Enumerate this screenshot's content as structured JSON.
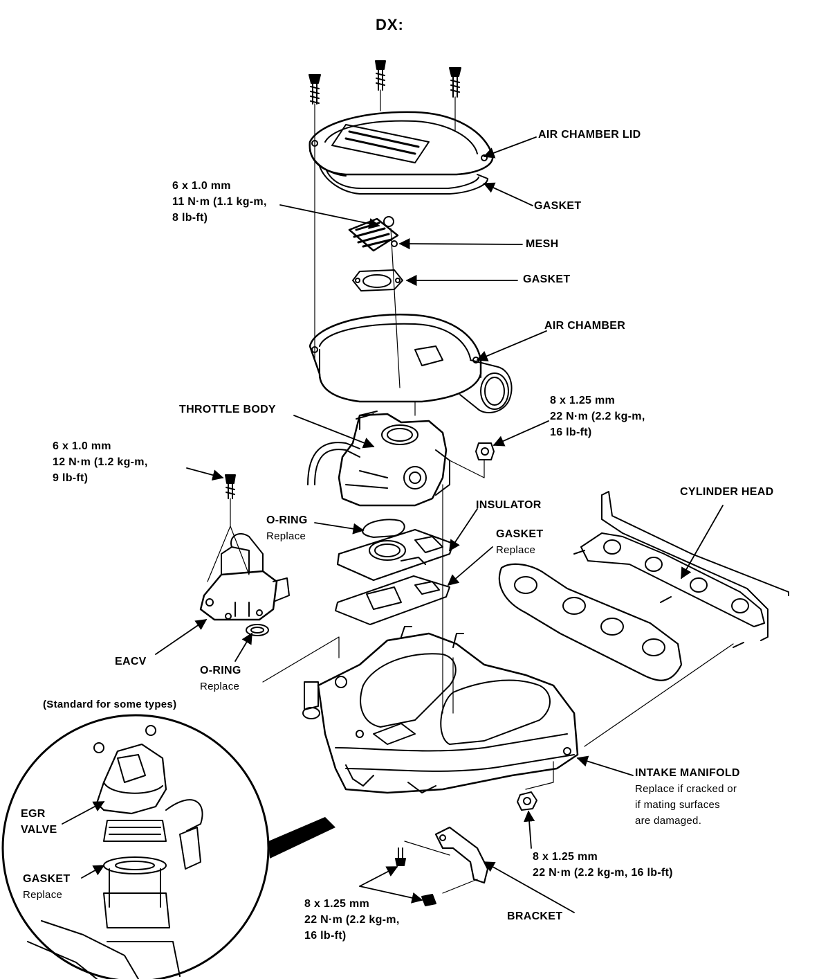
{
  "colors": {
    "ink": "#000000",
    "paper": "#ffffff"
  },
  "title": "DX:",
  "labels": {
    "air_chamber_lid": "AIR CHAMBER LID",
    "gasket_top": "GASKET",
    "mesh": "MESH",
    "gasket_mesh": "GASKET",
    "air_chamber": "AIR CHAMBER",
    "throttle_body": "THROTTLE BODY",
    "insulator": "INSULATOR",
    "o_ring_throttle": {
      "name": "O-RING",
      "note": "Replace"
    },
    "gasket_insulator": {
      "name": "GASKET",
      "note": "Replace"
    },
    "cylinder_head": "CYLINDER HEAD",
    "eacv": "EACV",
    "o_ring_eacv": {
      "name": "O-RING",
      "note": "Replace"
    },
    "intake_manifold": {
      "name": "INTAKE MANIFOLD",
      "note1": "Replace if cracked or",
      "note2": "if mating surfaces",
      "note3": "are damaged."
    },
    "bracket": "BRACKET",
    "egr_valve": {
      "line1": "EGR",
      "line2": "VALVE"
    },
    "gasket_egr": {
      "name": "GASKET",
      "note": "Replace"
    },
    "inset_title": "(Standard for some types)"
  },
  "torque": {
    "mesh_bolt": {
      "size": "6 x 1.0 mm",
      "spec1": "11 N·m (1.1 kg-m,",
      "spec2": "8 lb-ft)"
    },
    "eacv_bolt": {
      "size": "6 x 1.0 mm",
      "spec1": "12 N·m (1.2 kg-m,",
      "spec2": "9 lb-ft)"
    },
    "throttle_nut": {
      "size": "8 x 1.25 mm",
      "spec1": "22 N·m (2.2 kg-m,",
      "spec2": "16 lb-ft)"
    },
    "manifold_nut": {
      "size": "8 x 1.25 mm",
      "spec1": "22 N·m (2.2 kg-m, 16 lb-ft)"
    },
    "bracket_bolt": {
      "size": "8 x 1.25 mm",
      "spec1": "22 N·m (2.2 kg-m,",
      "spec2": "16 lb-ft)"
    }
  }
}
